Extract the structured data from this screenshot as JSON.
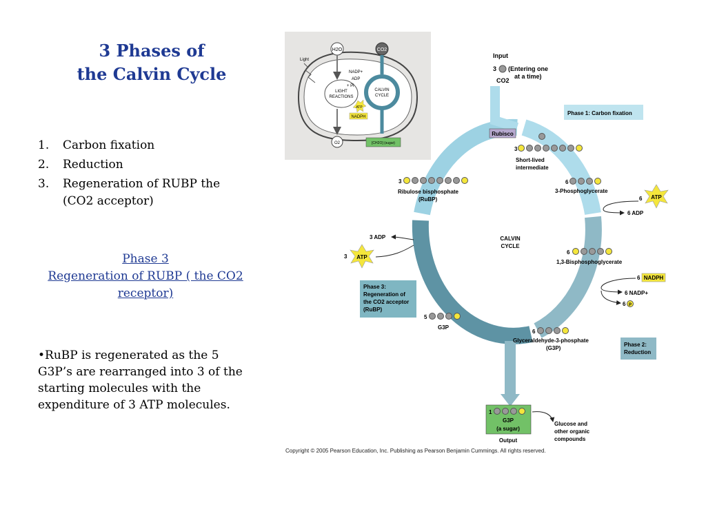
{
  "slide": {
    "title_line1": "3 Phases of",
    "title_line2": "the Calvin Cycle",
    "phases": [
      {
        "num": "1.",
        "text": "Carbon fixation"
      },
      {
        "num": "2.",
        "text": "Reduction"
      },
      {
        "num": "3.",
        "text": "Regeneration of RUBP the (CO2 acceptor)"
      }
    ],
    "phase3_heading": "Phase 3",
    "phase3_subheading": "Regeneration of RUBP ( the CO2 receptor)",
    "bullet": "•RuBP  is regenerated as the 5 G3P’s are rearranged into  3 of the starting molecules with the expenditure of 3 ATP molecules."
  },
  "inset": {
    "h2o": "H2O",
    "co2": "CO2",
    "light": "Light",
    "nadp": "NADP+",
    "adp": "ADP",
    "pi": "+ Pi",
    "light_reactions_1": "LIGHT",
    "light_reactions_2": "REACTIONS",
    "calvin_1": "CALVIN",
    "calvin_2": "CYCLE",
    "atp": "ATP",
    "nadph": "NADPH",
    "o2": "O2",
    "sugar": "[CH2O] (sugar)"
  },
  "diagram": {
    "input": "Input",
    "input_count": "3",
    "entering_1": "(Entering one",
    "entering_2": "at a time)",
    "co2": "CO2",
    "phase1": "Phase 1: Carbon fixation",
    "rubisco": "Rubisco",
    "intermediate_count": "3",
    "short_lived_1": "Short-lived",
    "short_lived_2": "intermediate",
    "pga_count": "6",
    "pga": "3-Phosphoglycerate",
    "atp_in_count": "6",
    "atp": "ATP",
    "adp_out": "6 ADP",
    "bpg_count": "6",
    "bpg": "1,3-Bisphosphoglycerate",
    "nadph_count": "6",
    "nadph": "NADPH",
    "nadp_out": "6 NADP+",
    "pi_out": "6",
    "pi": "P",
    "g3p_count": "6",
    "g3p_label": "Glyceraldehyde-3-phosphate",
    "g3p_abbrev": "(G3P)",
    "phase2_1": "Phase 2:",
    "phase2_2": "Reduction",
    "calvin_1": "CALVIN",
    "calvin_2": "CYCLE",
    "rubp_count": "3",
    "rubp_1": "Ribulose bisphosphate",
    "rubp_2": "(RuBP)",
    "adp_label": "3 ADP",
    "atp3_count": "3",
    "phase3_1": "Phase 3:",
    "phase3_2": "Regeneration of",
    "phase3_3": "the CO2 acceptor",
    "phase3_4": "(RuBP)",
    "g3p5_count": "5",
    "g3p5": "G3P",
    "output_count": "1",
    "output_g3p": "G3P",
    "output_sugar": "(a sugar)",
    "output": "Output",
    "glucose_1": "Glucose and",
    "glucose_2": "other organic",
    "glucose_3": "compounds"
  },
  "copyright": "Copyright © 2005 Pearson Education, Inc. Publishing as Pearson Benjamin Cummings. All rights reserved.",
  "colors": {
    "title_blue": "#1F3A93",
    "arrow_teal": "#5E93A4",
    "phase_box": "#7FB6C2",
    "phase1_box": "#BFE4EF",
    "rubisco_box": "#B7A9CF",
    "atp_yellow": "#F4E63C",
    "output_green": "#72C167",
    "inset_bg": "#E6E5E3"
  }
}
